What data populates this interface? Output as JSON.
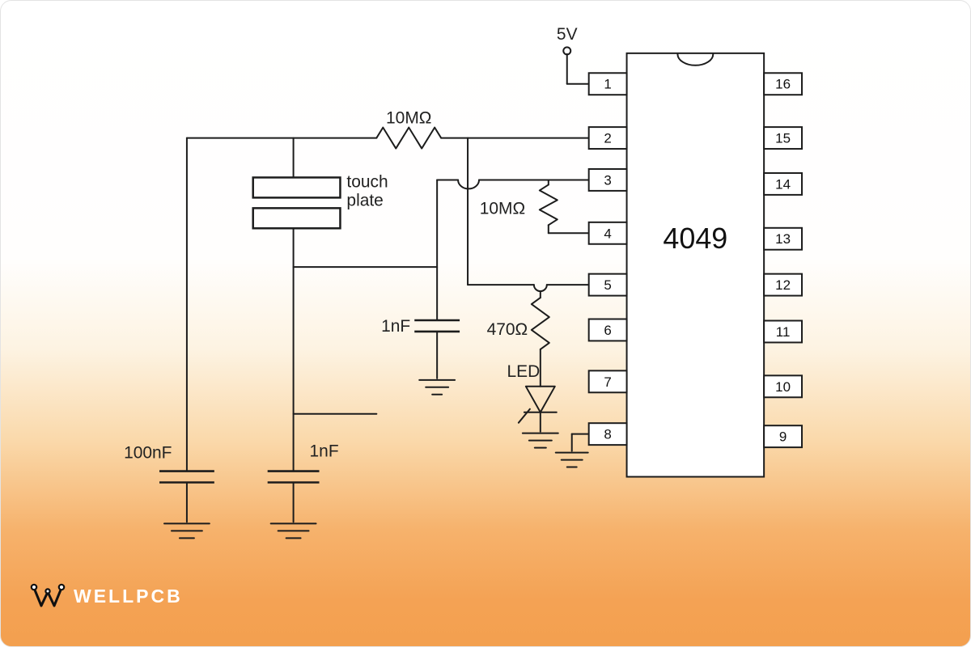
{
  "diagram": {
    "ic_label": "4049",
    "left_pins": [
      "1",
      "2",
      "3",
      "4",
      "5",
      "6",
      "7",
      "8"
    ],
    "right_pins": [
      "16",
      "15",
      "14",
      "13",
      "12",
      "11",
      "10",
      "9"
    ],
    "labels": {
      "supply": "5V",
      "r1": "10MΩ",
      "r2": "10MΩ",
      "r3": "470Ω",
      "touch_line1": "touch",
      "touch_line2": "plate",
      "c_mid": "1nF",
      "c_bottom": "1nF",
      "c_left": "100nF",
      "led": "LED"
    }
  },
  "footer": {
    "brand": "WELLPCB"
  },
  "colors": {
    "line": "#1c1c1c",
    "gradient_bottom": "#f3a04f",
    "card_border": "#e3e3e3",
    "brand_text": "#ffffff"
  }
}
